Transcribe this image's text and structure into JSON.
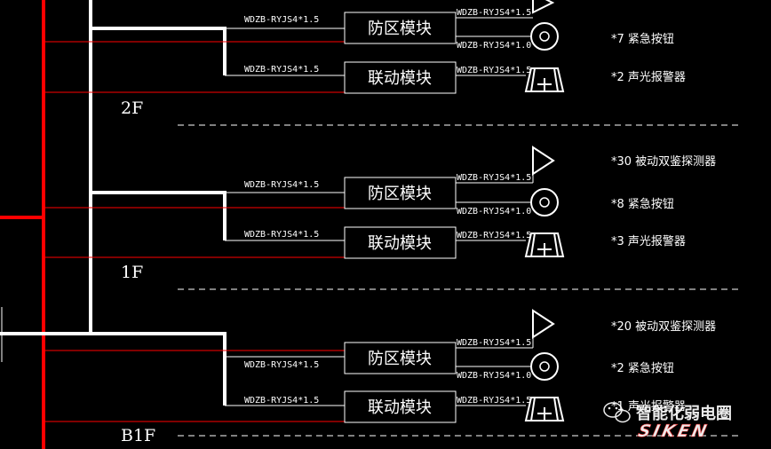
{
  "floors": [
    {
      "label": "2F",
      "zone_module": "防区模块",
      "link_module": "联动模块",
      "cable_zone_in": "WDZB-RYJS4*1.5",
      "cable_link_in": "WDZB-RYJS4*1.5",
      "cable_detector": "WDZB-RYJS4*1.5",
      "cable_button": "WDZB-RYJS4*1.0",
      "cable_alarm": "WDZB-RYJS4*1.5",
      "detector_label": "",
      "button_label": "*7  紧急按钮",
      "alarm_label": "*2  声光报警器"
    },
    {
      "label": "1F",
      "zone_module": "防区模块",
      "link_module": "联动模块",
      "cable_zone_in": "WDZB-RYJS4*1.5",
      "cable_link_in": "WDZB-RYJS4*1.5",
      "cable_detector": "WDZB-RYJS4*1.5",
      "cable_button": "WDZB-RYJS4*1.0",
      "cable_alarm": "WDZB-RYJS4*1.5",
      "detector_label": "*30 被动双鉴探测器",
      "button_label": "*8  紧急按钮",
      "alarm_label": "*3  声光报警器"
    },
    {
      "label": "B1F",
      "zone_module": "防区模块",
      "link_module": "联动模块",
      "cable_zone_in": "WDZB-RYJS4*1.5",
      "cable_link_in": "WDZB-RYJS4*1.5",
      "cable_detector": "WDZB-RYJS4*1.5",
      "cable_button": "WDZB-RYJS4*1.0",
      "cable_alarm": "WDZB-RYJS4*1.5",
      "detector_label": "*20 被动双鉴探测器",
      "button_label": "*2  紧急按钮",
      "alarm_label": "*1  声光报警器"
    }
  ],
  "watermark": "智能化弱电圈",
  "watermark_logo": "SIKEN",
  "colors": {
    "background": "#000000",
    "bus": "#ff0000",
    "line": "#ffffff"
  }
}
